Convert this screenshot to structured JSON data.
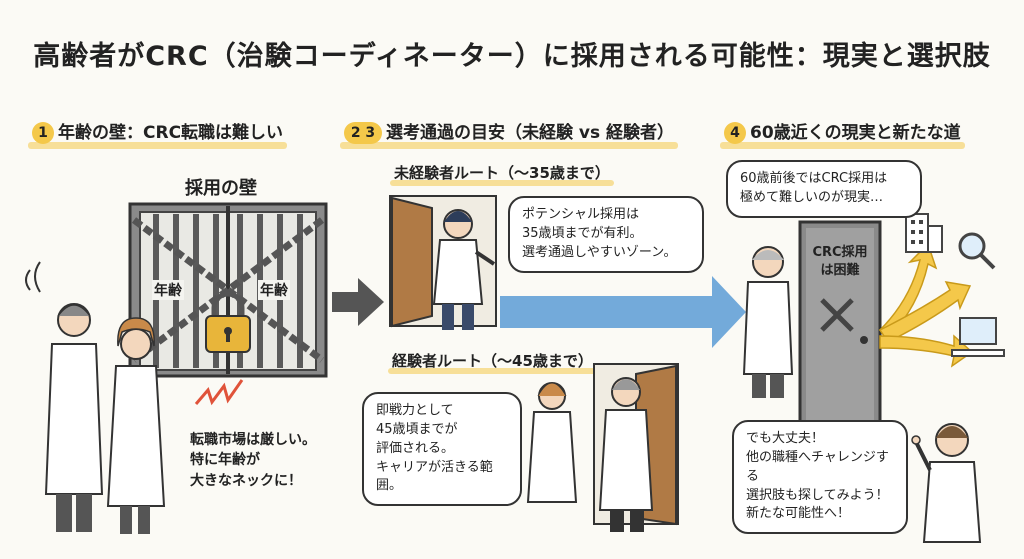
{
  "title": "高齢者がCRC（治験コーディネーター）に採用される可能性：現実と選択肢",
  "sections": {
    "s1": {
      "num": "1",
      "heading": "年齢の壁：CRC転職は難しい",
      "wall_label": "採用の壁",
      "chain_tag_left": "年齢",
      "chain_tag_right": "年齢",
      "note": "転職市場は厳しい。\n特に年齢が\n大きなネックに！"
    },
    "s23": {
      "num": "2 3",
      "heading": "選考通過の目安（未経験 vs 経験者）",
      "route1_heading": "未経験者ルート（～35歳まで）",
      "route1_bubble": "ポテンシャル採用は\n35歳頃までが有利。\n選考通過しやすいゾーン。",
      "route2_heading": "経験者ルート（～45歳まで）",
      "route2_bubble": "即戦力として\n45歳頃までが\n評価される。\nキャリアが活きる範囲。"
    },
    "s4": {
      "num": "4",
      "heading": "60歳近くの現実と新たな道",
      "reality_bubble": "60歳前後ではCRC採用は\n極めて難しいのが現実…",
      "door_sign": "CRC採用\nは困難",
      "encourage_bubble": "でも大丈夫！\n他の職種へチャレンジする\n選択肢も探してみよう！\n新たな可能性へ！"
    },
    "colors": {
      "accent_yellow": "#f4c84a",
      "arrow_blue": "#5b9bd5",
      "arrow_gray": "#555555",
      "door_brown": "#b07a45",
      "wall_gray": "#6e6e6e"
    },
    "icons": [
      "building-icon",
      "magnifier-icon",
      "computer-icon",
      "padlock-icon",
      "x-mark-icon"
    ]
  }
}
